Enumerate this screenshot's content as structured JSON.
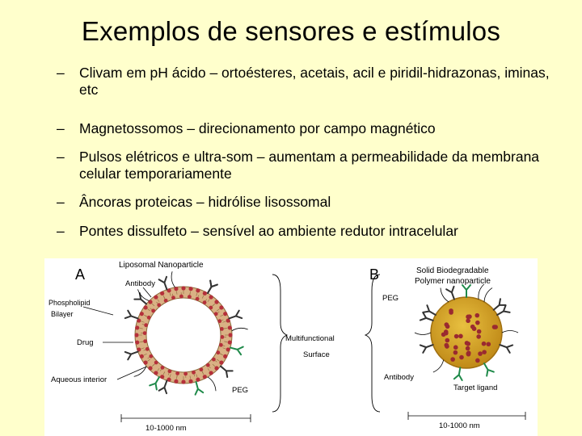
{
  "slide": {
    "title": "Exemplos de sensores e estímulos",
    "bullets": [
      "Clivam em pH ácido – ortoésteres, acetais, acil e piridil-hidrazonas, iminas, etc",
      "Magnetossomos – direcionamento por campo magnético",
      "Pulsos elétricos e ultra-som – aumentam a permeabilidade da membrana celular temporariamente",
      "Âncoras proteicas – hidrólise lisossomal",
      "Pontes dissulfeto – sensível ao ambiente redutor intracelular"
    ],
    "dash": "–"
  },
  "figure": {
    "panel_a": {
      "letter": "A",
      "title": "Liposomal Nanoparticle",
      "labels": {
        "antibody": "Antibody",
        "phospholipid": "Phospholipid",
        "bilayer": "Bilayer",
        "drug": "Drug",
        "aqueous": "Aqueous interior",
        "peg": "PEG"
      },
      "size": "10-1000 nm"
    },
    "center": {
      "line1": "Multifunctional",
      "line2": "Surface"
    },
    "panel_b": {
      "letter": "B",
      "title1": "Solid Biodegradable",
      "title2": "Polymer nanoparticle",
      "labels": {
        "peg": "PEG",
        "antibody": "Antibody",
        "ligand": "Target ligand"
      },
      "size": "10-1000 nm"
    },
    "colors": {
      "lipid_head": "#b5303a",
      "shell": "#c8a070",
      "core_b": "#d4a020",
      "core_b_edge": "#b07818",
      "peg_green": "#1f8a4a",
      "drug": "#9a2a30"
    }
  }
}
